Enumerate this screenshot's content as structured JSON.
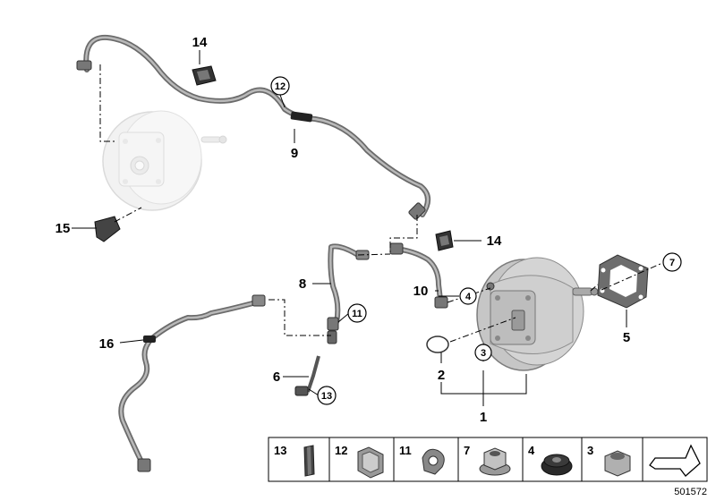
{
  "callouts": {
    "c1": "1",
    "c2": "2",
    "c3": "3",
    "c4": "4",
    "c5": "5",
    "c6": "6",
    "c7": "7",
    "c8": "8",
    "c9": "9",
    "c10": "10",
    "c11": "11",
    "c12": "12",
    "c13": "13",
    "c14a": "14",
    "c14b": "14",
    "c15": "15",
    "c16": "16"
  },
  "legend": [
    {
      "number": "13",
      "icon": "sleeve-icon"
    },
    {
      "number": "12",
      "icon": "clip-icon"
    },
    {
      "number": "11",
      "icon": "hose-clip-icon"
    },
    {
      "number": "7",
      "icon": "flange-nut-icon"
    },
    {
      "number": "4",
      "icon": "grommet-icon"
    },
    {
      "number": "3",
      "icon": "hex-nut-icon"
    }
  ],
  "document_number": "501572"
}
